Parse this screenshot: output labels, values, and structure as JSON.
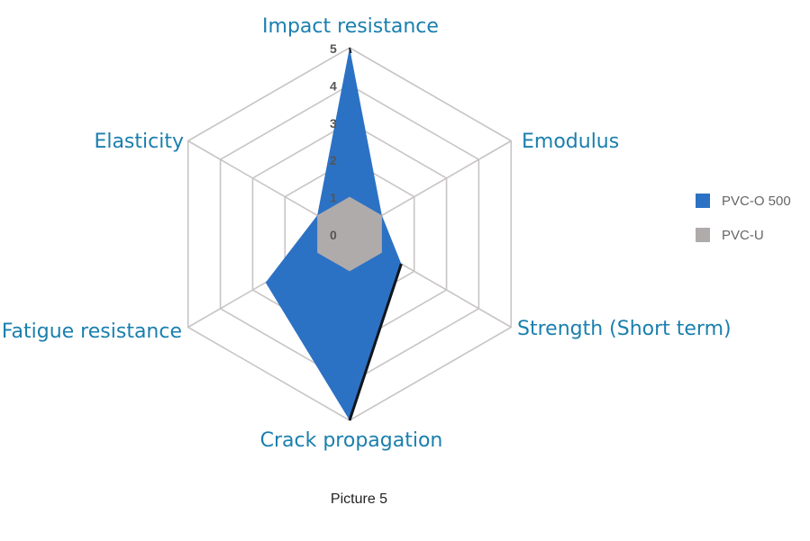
{
  "chart_data": {
    "type": "radar",
    "axes": [
      "Impact resistance",
      "Emodulus",
      "Strength (Short term)",
      "Crack propagation",
      "Fatigue resistance",
      "Elasticity"
    ],
    "scale": {
      "min": 0,
      "max": 5,
      "ticks": [
        "0",
        "1",
        "2",
        "3",
        "4",
        "5"
      ]
    },
    "series": [
      {
        "name": "PVC-O 500",
        "color": "#2c72c4",
        "values": [
          5,
          1,
          1.6,
          5,
          2.6,
          1
        ]
      },
      {
        "name": "PVC-U",
        "color": "#b0abab",
        "values": [
          1,
          1,
          1,
          1,
          1,
          1
        ]
      }
    ],
    "legend_position": "right"
  },
  "caption": "Picture 5"
}
